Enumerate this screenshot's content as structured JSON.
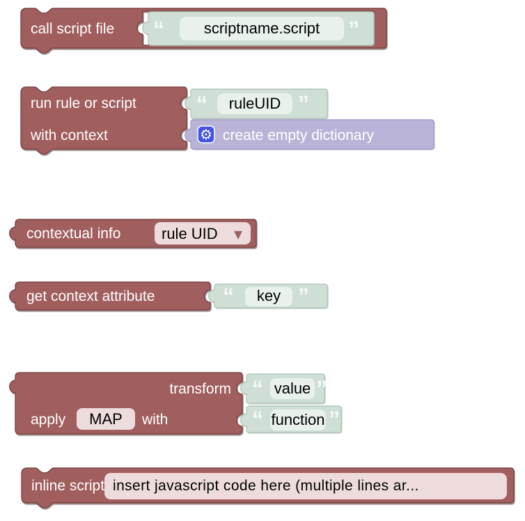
{
  "colors": {
    "block": "#a15e5e",
    "string_block": "#cfdfd6",
    "string_field": "#e9f1ec",
    "dict_block": "#bab3d8",
    "gear_blue": "#4353e8",
    "pink_field": "#eedcdc"
  },
  "icons": {
    "gear": "⚙",
    "dropdown_arrow": "▾"
  },
  "quote_open": "“",
  "quote_close": "”",
  "blocks": {
    "call_script": {
      "label": "call script file",
      "value": "scriptname.script"
    },
    "run_rule": {
      "label_top": "run rule or script",
      "value_top": "ruleUID",
      "label_bottom": "with context",
      "context_block": "create empty dictionary"
    },
    "contextual_info": {
      "label": "contextual info",
      "selected_option": "rule UID"
    },
    "get_context_attribute": {
      "label": "get context attribute",
      "value": "key"
    },
    "transform": {
      "label_top": "transform",
      "value_top": "value",
      "label_apply": "apply",
      "transformation_type": "MAP",
      "label_with": "with",
      "value_bottom": "function"
    },
    "inline_script": {
      "label": "inline script",
      "value": "insert javascript code here (multiple lines ar..."
    }
  }
}
